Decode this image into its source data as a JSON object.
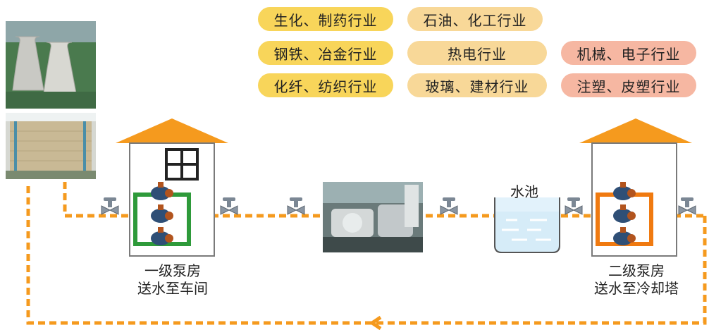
{
  "industries": {
    "row1": [
      {
        "label": "生化、制药行业",
        "color": "#f8d55a"
      },
      {
        "label": "石油、化工行业",
        "color": "#f8d898"
      }
    ],
    "row2": [
      {
        "label": "钢铁、冶金行业",
        "color": "#f8d55a"
      },
      {
        "label": "热电行业",
        "color": "#f8d898"
      },
      {
        "label": "机械、电子行业",
        "color": "#f6b7a2"
      }
    ],
    "row3": [
      {
        "label": "化纤、纺织行业",
        "color": "#f8d55a"
      },
      {
        "label": "玻璃、建材行业",
        "color": "#f8d898"
      },
      {
        "label": "注塑、皮塑行业",
        "color": "#f6b7a2"
      }
    ]
  },
  "pump_house_1": {
    "line1": "一级泵房",
    "line2": "送水至车间"
  },
  "pump_house_2": {
    "line1": "二级泵房",
    "line2": "送水至冷却塔"
  },
  "pool": {
    "label": "水池"
  },
  "colors": {
    "flow": "#f59a1e",
    "roof": "#f59a1e",
    "pump_frame_1": "#2e9a3a",
    "pump_frame_2": "#f07a10",
    "water": "#e2f2fb"
  }
}
